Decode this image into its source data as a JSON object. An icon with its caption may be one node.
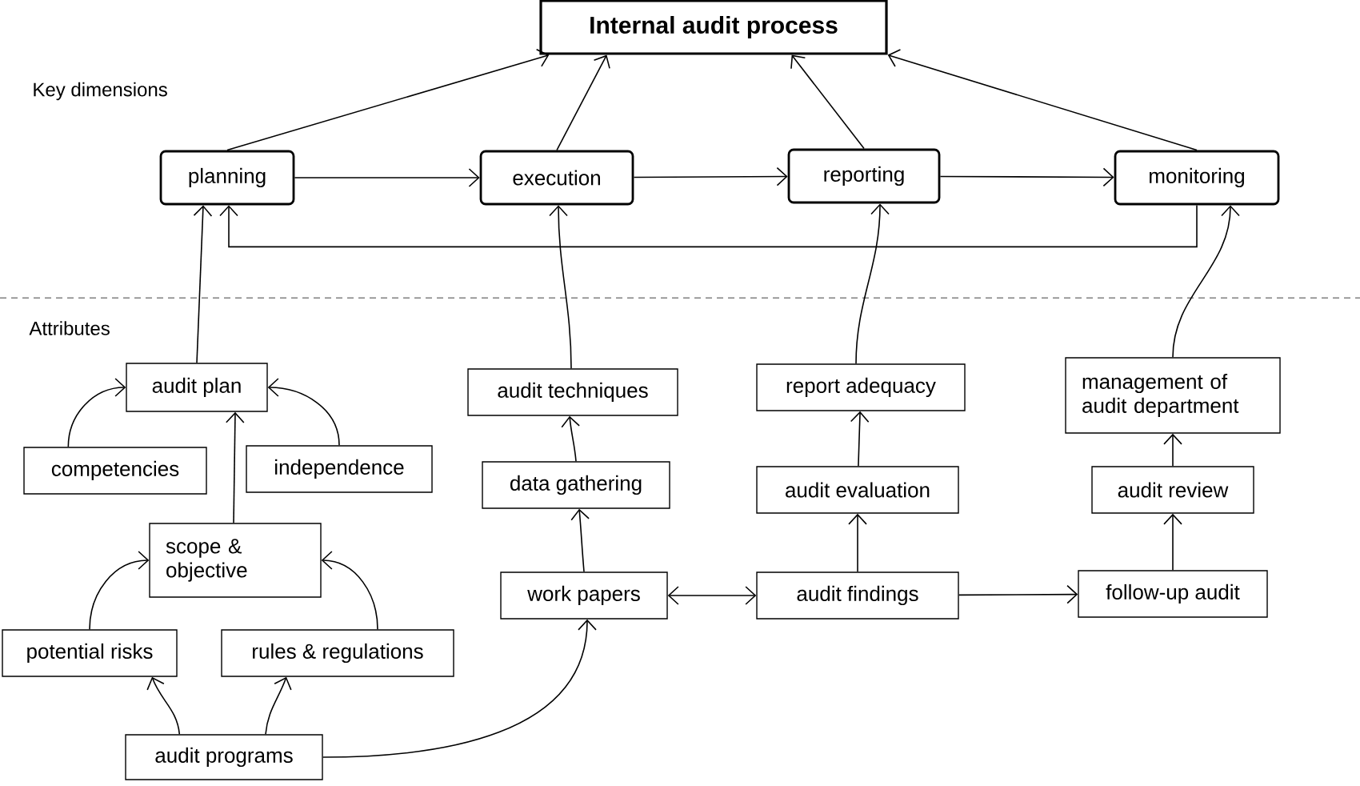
{
  "diagram": {
    "nodes": [
      {
        "text": [
          "Internal audit process"
        ]
      },
      {
        "text": [
          "planning"
        ]
      },
      {
        "text": [
          "execution"
        ]
      },
      {
        "text": [
          "reporting"
        ]
      },
      {
        "text": [
          "monitoring"
        ]
      },
      {
        "text": [
          "audit plan"
        ]
      },
      {
        "text": [
          "competencies"
        ]
      },
      {
        "text": [
          "independence"
        ]
      },
      {
        "text": [
          "scope & objective"
        ]
      },
      {
        "text": [
          "potential risks"
        ]
      },
      {
        "text": [
          "rules & regulations"
        ]
      },
      {
        "text": [
          "audit programs"
        ]
      },
      {
        "text": [
          "audit techniques"
        ]
      },
      {
        "text": [
          "data gathering"
        ]
      },
      {
        "text": [
          "work papers"
        ]
      },
      {
        "text": [
          "report adequacy"
        ]
      },
      {
        "text": [
          "audit evaluation"
        ]
      },
      {
        "text": [
          "audit findings"
        ]
      },
      {
        "text": [
          "management of audit department"
        ]
      },
      {
        "text": [
          "audit review"
        ]
      },
      {
        "text": [
          "follow-up audit"
        ]
      }
    ],
    "edges": [
      {
        "from": 1,
        "to": 0,
        "arrow": "to"
      },
      {
        "from": 2,
        "to": 0,
        "arrow": "to"
      },
      {
        "from": 3,
        "to": 0,
        "arrow": "to"
      },
      {
        "from": 4,
        "to": 0,
        "arrow": "to"
      },
      {
        "from": 1,
        "to": 2,
        "arrow": "to"
      },
      {
        "from": 2,
        "to": 3,
        "arrow": "to"
      },
      {
        "from": 3,
        "to": 4,
        "arrow": "to"
      },
      {
        "from": 4,
        "to": 1,
        "arrow": "to"
      },
      {
        "from": 5,
        "to": 1,
        "arrow": "to"
      },
      {
        "from": 12,
        "to": 2,
        "arrow": "to"
      },
      {
        "from": 15,
        "to": 3,
        "arrow": "to"
      },
      {
        "from": 18,
        "to": 4,
        "arrow": "to"
      },
      {
        "from": 6,
        "to": 5,
        "arrow": "to"
      },
      {
        "from": 7,
        "to": 5,
        "arrow": "to"
      },
      {
        "from": 8,
        "to": 5,
        "arrow": "to"
      },
      {
        "from": 9,
        "to": 8,
        "arrow": "to"
      },
      {
        "from": 10,
        "to": 8,
        "arrow": "to"
      },
      {
        "from": 11,
        "to": 9,
        "arrow": "to"
      },
      {
        "from": 11,
        "to": 10,
        "arrow": "to"
      },
      {
        "from": 11,
        "to": 14,
        "arrow": "to"
      },
      {
        "from": 14,
        "to": 13,
        "arrow": "to"
      },
      {
        "from": 13,
        "to": 12,
        "arrow": "to"
      },
      {
        "from": 14,
        "to": 17,
        "arrow": "both"
      },
      {
        "from": 17,
        "to": 16,
        "arrow": "to"
      },
      {
        "from": 16,
        "to": 15,
        "arrow": "to"
      },
      {
        "from": 17,
        "to": 20,
        "arrow": "to"
      },
      {
        "from": 20,
        "to": 19,
        "arrow": "to"
      },
      {
        "from": 19,
        "to": 18,
        "arrow": "to"
      }
    ],
    "labels": [
      "Key dimensions",
      "Attributes"
    ]
  }
}
